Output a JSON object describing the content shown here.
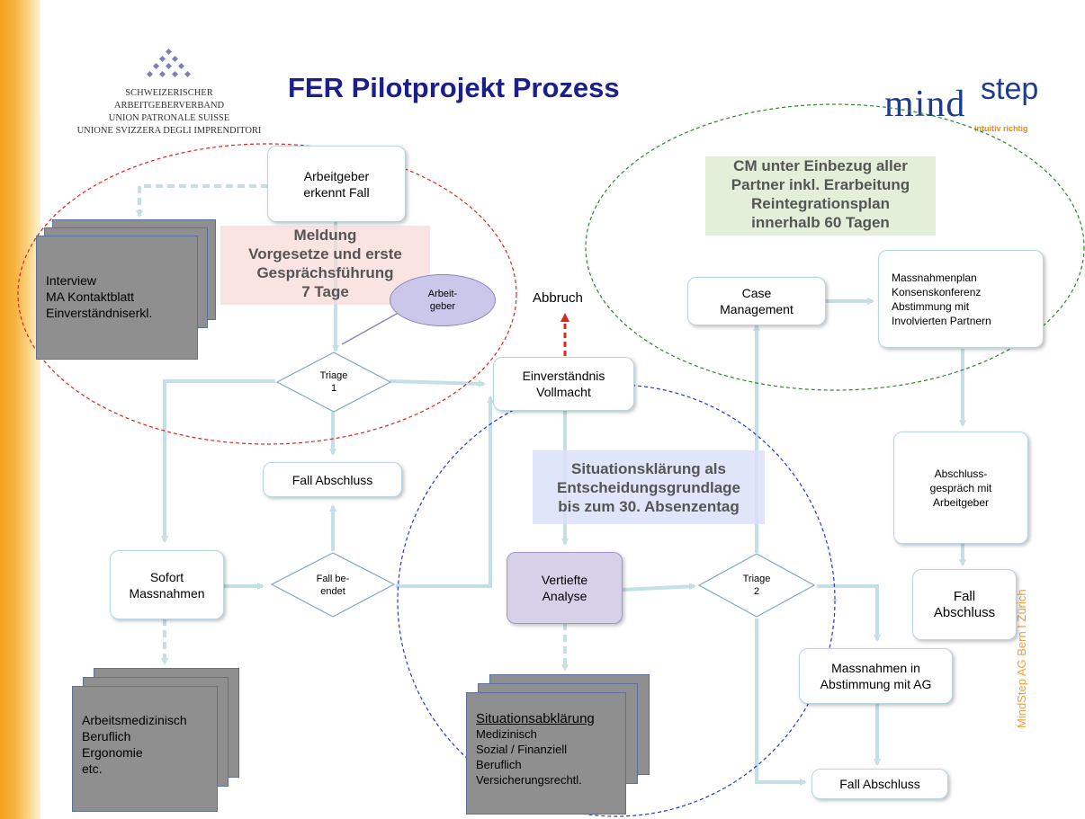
{
  "header": {
    "association_lines": [
      "SCHWEIZERISCHER ARBEITGEBERVERBAND",
      "UNION PATRONALE SUISSE",
      "UNIONE SVIZZERA DEGLI IMPRENDITORI"
    ],
    "title": "FER Pilotprojekt Prozess",
    "brand_word_a": "mind",
    "brand_word_b": "step",
    "brand_tagline": "intuitiv richtig",
    "side_text": "MindStep AG    Bern I Zürich"
  },
  "colors": {
    "title": "#1a1f8c",
    "accent_orange": "#f4a11c",
    "arrow": "#c4dfe6",
    "abort_arrow": "#e0241c",
    "phase1_ellipse": "#e0241c",
    "phase2_ellipse": "#2a8a2a",
    "phase3_ellipse": "#1f3ad8"
  },
  "notes": {
    "meldung": [
      "Meldung",
      "Vorgesetze und erste",
      "Gesprächsführung",
      "7 Tage"
    ],
    "cm": [
      "CM unter Einbezug aller",
      "Partner inkl. Erarbeitung",
      "Reintegrationsplan",
      "innerhalb 60 Tagen"
    ],
    "situation": [
      "Situationsklärung als",
      "Entscheidungsgrundlage",
      "bis zum 30. Absenzentag"
    ]
  },
  "nodes": {
    "arbeitgeber": [
      "Arbeitgeber",
      "erkennt Fall"
    ],
    "triage1": [
      "Triage",
      "1"
    ],
    "fall_abschluss_1": "Fall Abschluss",
    "sofort": [
      "Sofort",
      "Massnahmen"
    ],
    "fall_beendet": [
      "Fall be-",
      "endet"
    ],
    "einverstaendnis": [
      "Einverständnis",
      "Vollmacht"
    ],
    "abbruch": "Abbruch",
    "vertiefte": [
      "Vertiefte",
      "Analyse"
    ],
    "triage2": [
      "Triage",
      "2"
    ],
    "case_mgmt": [
      "Case",
      "Management"
    ],
    "massnahmenplan": [
      "Massnahmenplan",
      "Konsenskonferenz",
      "Abstimmung mit",
      "Involvierten Partnern"
    ],
    "abschlussgespraech": [
      "Abschluss-",
      "gespräch mit",
      "Arbeitgeber"
    ],
    "fall_abschluss_2": [
      "Fall",
      "Abschluss"
    ],
    "massnahmen_ag": [
      "Massnahmen in",
      "Abstimmung mit AG"
    ],
    "fall_abschluss_3": "Fall Abschluss",
    "arbeitgeber_bubble": [
      "Arbeit-",
      "geber"
    ]
  },
  "documents": {
    "interview": [
      "Interview",
      "MA Kontaktblatt",
      "Einverständniserkl."
    ],
    "arbeitsmed": [
      "Arbeitsmedizinisch",
      "Beruflich",
      "Ergonomie",
      "etc."
    ],
    "situationsabklaerung": {
      "heading": "Situationsabklärung",
      "lines": [
        "Medizinisch",
        "Sozial / Finanziell",
        "Beruflich",
        "Versicherungsrechtl."
      ]
    }
  }
}
